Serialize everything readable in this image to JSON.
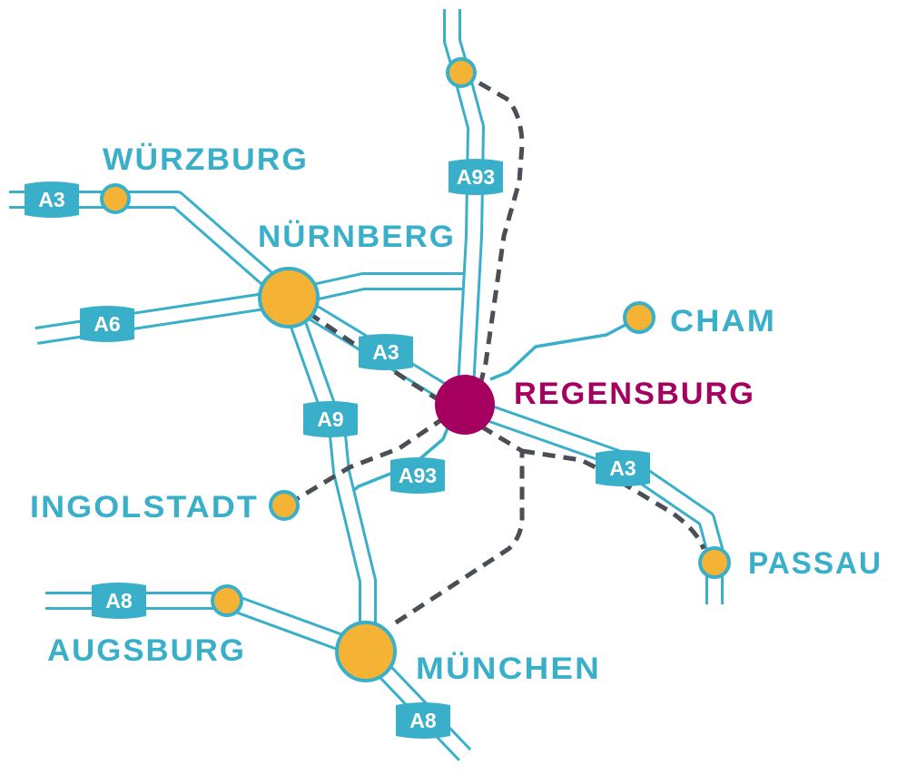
{
  "colors": {
    "road": "#3AAFC9",
    "city_node": "#F5B335",
    "hub": "#A5005F",
    "rail": "#4A4F55",
    "label": "#3AAFC9"
  },
  "cities": {
    "wuerzburg": "WÜRZBURG",
    "nuernberg": "NÜRNBERG",
    "cham": "CHAM",
    "regensburg": "REGENSBURG",
    "ingolstadt": "INGOLSTADT",
    "passau": "PASSAU",
    "augsburg": "AUGSBURG",
    "muenchen": "MÜNCHEN"
  },
  "roads": {
    "a3_west": "A3",
    "a6": "A6",
    "a93_north": "A93",
    "a3_mid": "A3",
    "a9": "A9",
    "a93_south": "A93",
    "a3_east": "A3",
    "a8_west": "A8",
    "a8_south": "A8"
  }
}
